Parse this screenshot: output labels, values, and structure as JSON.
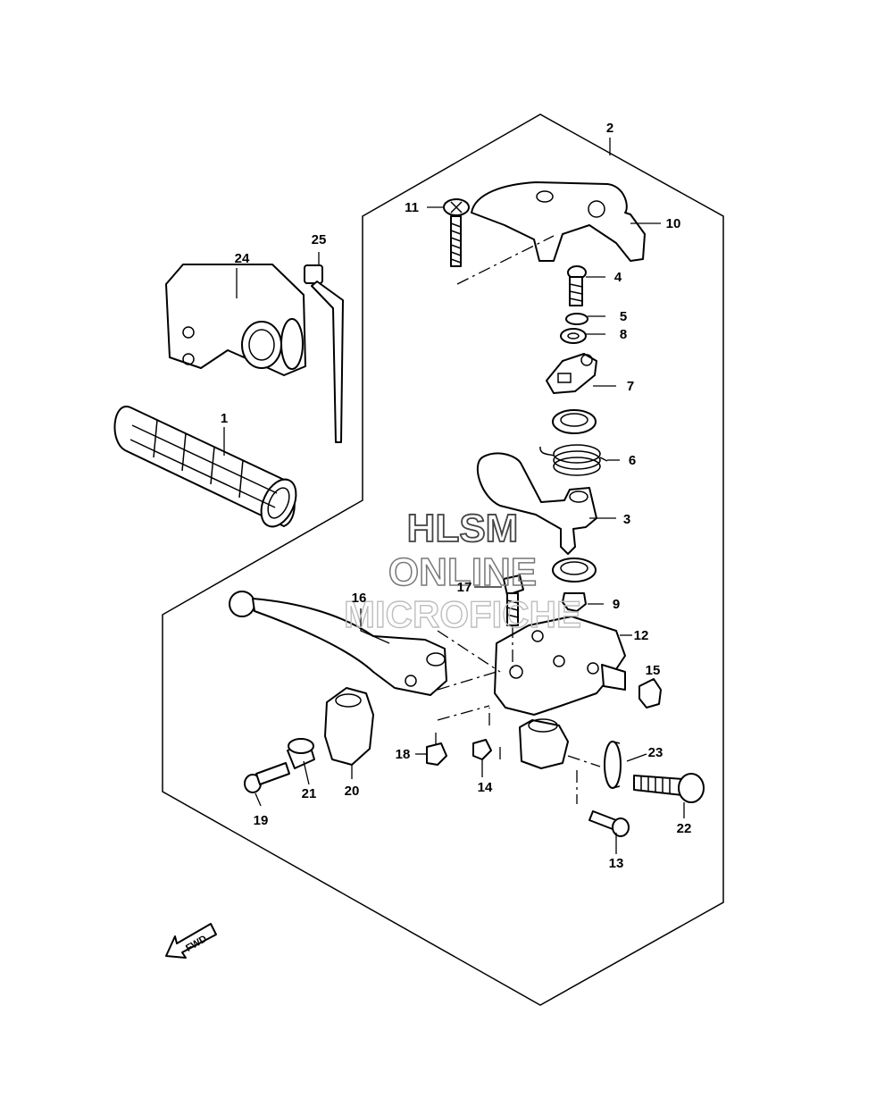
{
  "callouts": {
    "c1": "1",
    "c2": "2",
    "c3": "3",
    "c4": "4",
    "c5": "5",
    "c6": "6",
    "c7": "7",
    "c8": "8",
    "c9": "9",
    "c10": "10",
    "c11": "11",
    "c12": "12",
    "c13": "13",
    "c14": "14",
    "c15": "15",
    "c16": "16",
    "c17": "17",
    "c18": "18",
    "c19": "19",
    "c20": "20",
    "c21": "21",
    "c22": "22",
    "c23": "23",
    "c24": "24",
    "c25": "25"
  },
  "watermark": {
    "line1": "HLSM",
    "line2": "ONLINE",
    "line3": "MICROFICHE"
  },
  "fwd_label": "FWD"
}
